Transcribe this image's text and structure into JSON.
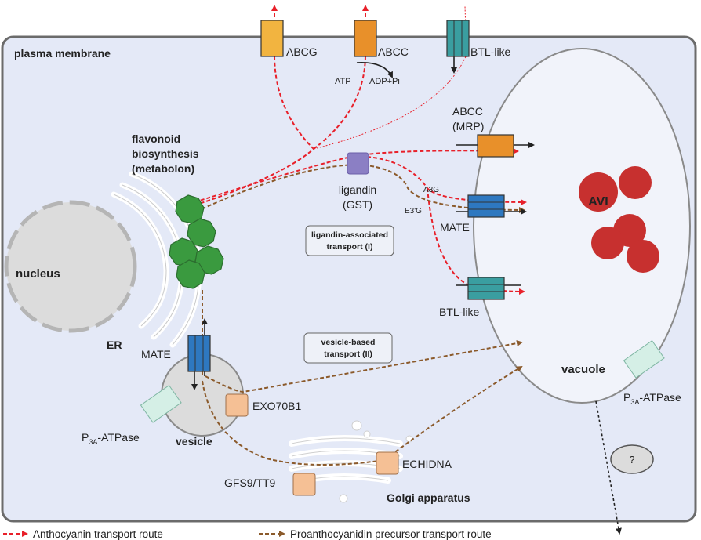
{
  "labels": {
    "plasma_membrane": "plasma membrane",
    "abcg": "ABCG",
    "abcc_top": "ABCC",
    "btl_top": "BTL-like",
    "atp": "ATP",
    "adp": "ADP+Pi",
    "abcc_mrp_1": "ABCC",
    "abcc_mrp_2": "(MRP)",
    "flavonoid_1": "flavonoid",
    "flavonoid_2": "biosynthesis",
    "flavonoid_3": "(metabolon)",
    "ligandin_1": "ligandin",
    "ligandin_2": "(GST)",
    "a3g": "A3G",
    "e3g": "E3'G",
    "mate_vac": "MATE",
    "avi": "AVI",
    "nucleus": "nucleus",
    "er": "ER",
    "box1_1": "ligandin-associated",
    "box1_2": "transport (I)",
    "box2_1": "vesicle-based",
    "box2_2": "transport (II)",
    "btl_vac": "BTL-like",
    "mate_ves": "MATE",
    "vacuole": "vacuole",
    "p3a_right_main": "P",
    "p3a_right_sub": "3A",
    "p3a_right_rest": "-ATPase",
    "exo70b1": "EXO70B1",
    "p3a_left_main": "P",
    "p3a_left_sub": "3A",
    "p3a_left_rest": "-ATPase",
    "vesicle": "vesicle",
    "question": "?",
    "echidna": "ECHIDNA",
    "gfs9": "GFS9/TT9",
    "golgi": "Golgi apparatus"
  },
  "legend": {
    "anthocyanin": "Anthocyanin transport route",
    "proanthocyanidin": "Proanthocyanidin precursor transport route"
  },
  "colors": {
    "cell_fill": "#e4e9f7",
    "red_route": "#e8202a",
    "brown_route": "#8b5a2b",
    "green": "#3a9a3f",
    "avi": "#c7302f",
    "abc_orange": "#e8902a",
    "abcg_yellow": "#f2b440",
    "btl_teal": "#3a9ea0",
    "mate_blue": "#2e78c0",
    "ligandin_purple": "#8b7fc4",
    "peach": "#f5c095",
    "atpase": "#d5efe6"
  }
}
